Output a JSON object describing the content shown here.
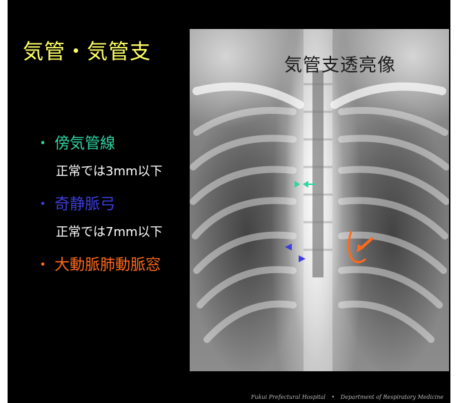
{
  "slide": {
    "title": "気管・気管支",
    "image_caption": "気管支透亮像",
    "bullets": [
      {
        "label": "傍気管線",
        "color": "#2fd5a2",
        "note": "正常では3mm以下"
      },
      {
        "label": "奇静脈弓",
        "color": "#3d3ddd",
        "note": "正常では7mm以下"
      },
      {
        "label": "大動脈肺動脈窓",
        "color": "#ff6a1a",
        "note": ""
      }
    ],
    "bullet_symbol": "・",
    "footer": {
      "hospital": "Fukui Prefectural Hospital",
      "separator": "•",
      "department": "Department of Respiratory Medicine"
    }
  },
  "icons": {
    "paratracheal": "teal-double-arrow-icon",
    "azygos": "blue-triangle-marker-icon",
    "ap_window": "orange-curved-arrow-icon"
  }
}
